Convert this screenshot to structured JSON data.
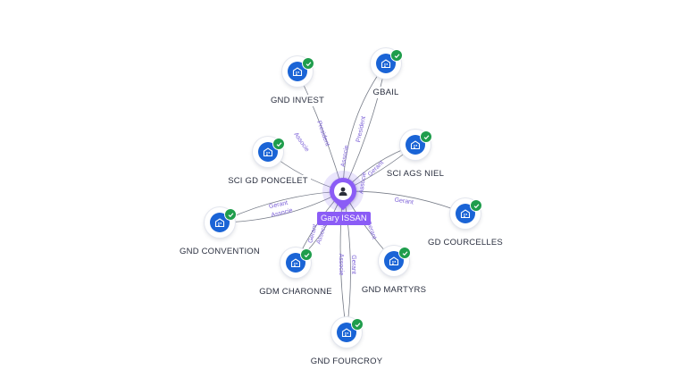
{
  "person": {
    "name": "Gary ISSAN",
    "icon": "person-icon"
  },
  "companies": [
    {
      "id": "gnd-invest",
      "name": "GND INVEST",
      "icon": "building-icon",
      "verified": true
    },
    {
      "id": "gbail",
      "name": "GBAIL",
      "icon": "building-icon",
      "verified": true
    },
    {
      "id": "sci-gd-poncelet",
      "name": "SCI GD PONCELET",
      "icon": "building-icon",
      "verified": true
    },
    {
      "id": "sci-ags-niel",
      "name": "SCI AGS NIEL",
      "icon": "building-icon",
      "verified": true
    },
    {
      "id": "gnd-convention",
      "name": "GND CONVENTION",
      "icon": "building-icon",
      "verified": true
    },
    {
      "id": "gd-courcelles",
      "name": "GD COURCELLES",
      "icon": "building-icon",
      "verified": true
    },
    {
      "id": "gdm-charonne",
      "name": "GDM CHARONNE",
      "icon": "building-icon",
      "verified": true
    },
    {
      "id": "gnd-martyrs",
      "name": "GND MARTYRS",
      "icon": "building-icon",
      "verified": true
    },
    {
      "id": "gnd-fourcroy",
      "name": "GND FOURCROY",
      "icon": "building-icon",
      "verified": true
    }
  ],
  "edges": [
    {
      "to": "gnd-invest",
      "label": "President"
    },
    {
      "to": "sci-gd-poncelet",
      "label": "Associe"
    },
    {
      "to": "gbail",
      "label": "Associe"
    },
    {
      "to": "gbail",
      "label": "President"
    },
    {
      "to": "sci-ags-niel",
      "label": "Gerant"
    },
    {
      "to": "sci-ags-niel",
      "label": "Associe"
    },
    {
      "to": "gnd-convention",
      "label": "Gerant"
    },
    {
      "to": "gnd-convention",
      "label": "Associe"
    },
    {
      "to": "gd-courcelles",
      "label": "Gerant"
    },
    {
      "to": "gdm-charonne",
      "label": "Gerant"
    },
    {
      "to": "gdm-charonne",
      "label": "Associe"
    },
    {
      "to": "gnd-martyrs",
      "label": "Gerant"
    },
    {
      "to": "gnd-fourcroy",
      "label": "Gerant"
    },
    {
      "to": "gnd-fourcroy",
      "label": "Associe"
    }
  ],
  "colors": {
    "company": "#1a64d6",
    "verified": "#1f9d4c",
    "person": "#8b5cf6",
    "edge_label": "#7d62d8",
    "edge": "#4a5060"
  }
}
